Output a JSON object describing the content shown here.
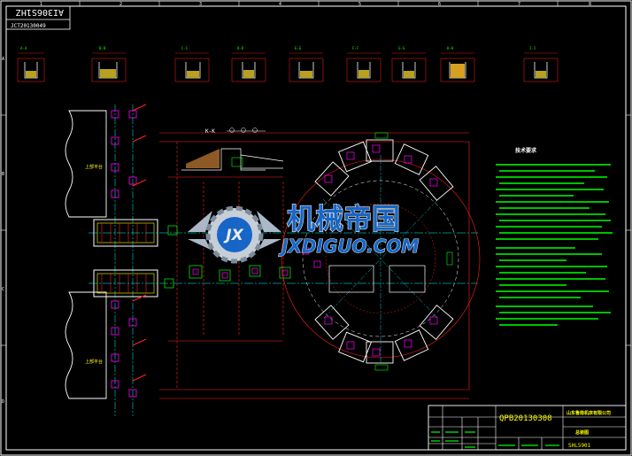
{
  "header": {
    "stamp_top": "AI306S1HZ",
    "stamp_code": "JCT20130049"
  },
  "grid": {
    "col_labels": [
      "1",
      "2",
      "3",
      "4",
      "5",
      "6",
      "7",
      "8"
    ],
    "row_labels": [
      "A",
      "B",
      "C",
      "D"
    ]
  },
  "sections": {
    "labels": [
      "A-A",
      "B-B",
      "C-C",
      "D-D",
      "E-E",
      "F-F",
      "G-G",
      "H-H",
      "I-I"
    ]
  },
  "main_section_title": "K-K",
  "side_labels": [
    "上部平台",
    "上部平台"
  ],
  "notes": {
    "title": "技术要求"
  },
  "watermark": {
    "logo_letters": "JX",
    "cn": "机械帝国",
    "en": "JXDIGUO.COM"
  },
  "title_block": {
    "drawing_no": "QPB20130308",
    "company": "山东鲁南机床有限公司",
    "name": "总装图",
    "model": "SHL5901"
  },
  "colors": {
    "background": "#000000",
    "frame": "#ffffff",
    "dimension": "#ff2020",
    "outline": "#00ff00",
    "center": "#00ffff",
    "text": "#ffff00",
    "part": "#ff00ff",
    "watermark_blue": "#1a6fd8"
  }
}
